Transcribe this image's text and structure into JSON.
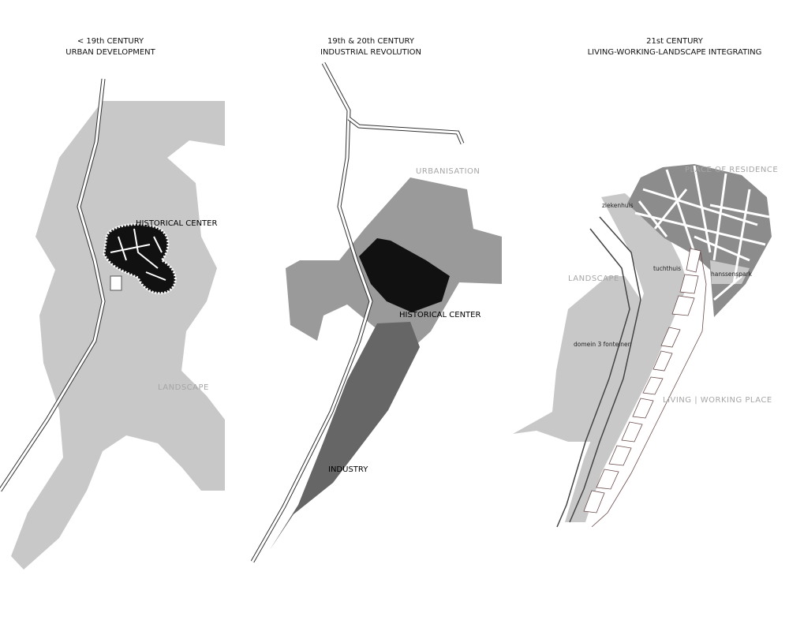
{
  "panels": [
    {
      "title_line1": "< 19th CENTURY",
      "title_line2": "URBAN DEVELOPMENT",
      "labels": {
        "historical_center": "HISTORICAL CENTER",
        "landscape": "LANDSCAPE"
      }
    },
    {
      "title_line1": "19th & 20th CENTURY",
      "title_line2": "INDUSTRIAL REVOLUTION",
      "labels": {
        "urbanisation": "URBANISATION",
        "historical_center": "HISTORICAL CENTER",
        "industry": "INDUSTRY"
      }
    },
    {
      "title_line1": "21st CENTURY",
      "title_line2": "LIVING-WORKING-LANDSCAPE INTEGRATING",
      "labels": {
        "place_of_residence": "PLACE OF RESIDENCE",
        "landscape": "LANDSCAPE",
        "living_working": "LIVING  |  WORKING PLACE",
        "ziekenhuis": "ziekenhuis",
        "tuchthuis": "tuchthuis",
        "hanssenspark": "hanssenspark",
        "domein": "domein 3 fonteinen"
      }
    }
  ],
  "colors": {
    "landscape": "#c8c8c8",
    "urbanisation": "#9a9a9a",
    "industry": "#666666",
    "historical": "#111111",
    "residence": "#8c8c8c"
  }
}
